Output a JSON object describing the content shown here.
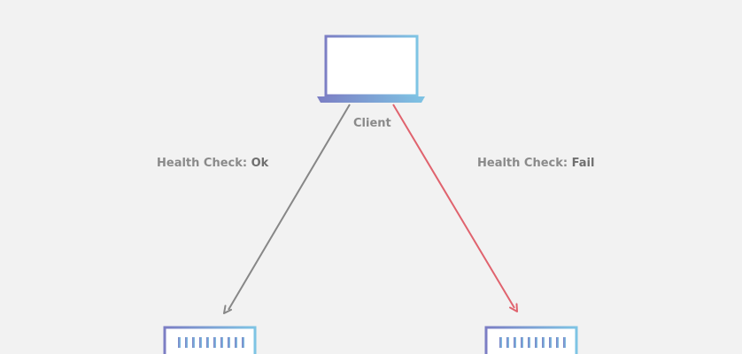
{
  "diagram": {
    "client": {
      "label": "Client"
    },
    "edges": [
      {
        "label_prefix": "Health Check:",
        "label_value": "Ok",
        "status": "ok",
        "color": "#878787"
      },
      {
        "label_prefix": "Health Check:",
        "label_value": "Fail",
        "status": "fail",
        "color": "#e0636e"
      }
    ],
    "colors": {
      "background": "#f2f2f2",
      "gradient_start": "#7c7ec4",
      "gradient_end": "#7ec4e4",
      "label_text": "#8a8a8a"
    },
    "icons": [
      "laptop-icon",
      "server-icon",
      "server-icon"
    ]
  }
}
